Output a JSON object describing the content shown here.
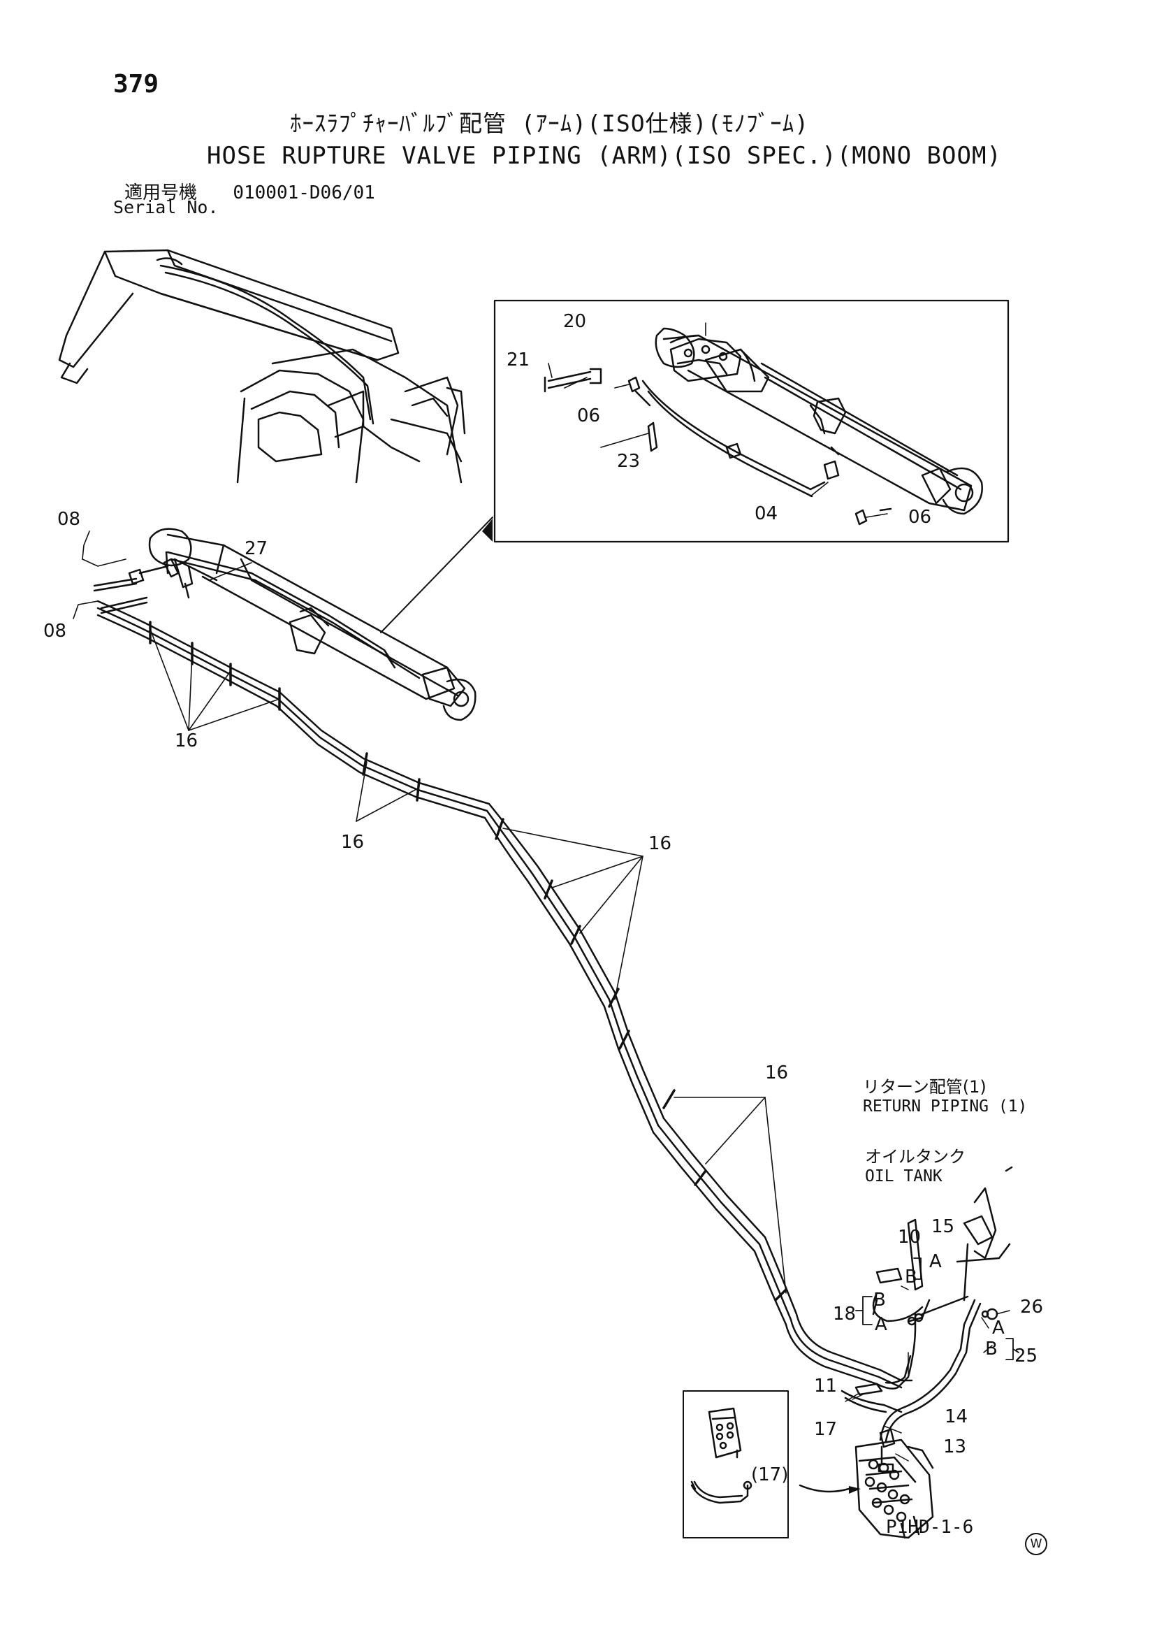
{
  "header": {
    "page_number": "379",
    "title_jp": "ﾎｰｽﾗﾌﾟﾁｬｰﾊﾞﾙﾌﾞ配管 (ｱｰﾑ)(ISO仕様)(ﾓﾉﾌﾞｰﾑ)",
    "title_en": "HOSE RUPTURE VALVE PIPING (ARM)(ISO SPEC.)(MONO BOOM)",
    "serial_label_jp": "適用号機",
    "serial_value": "010001-D06/01",
    "serial_label_en": "Serial No."
  },
  "callouts": {
    "c20": "20",
    "c21": "21",
    "c06a": "06",
    "c23": "23",
    "c04": "04",
    "c06b": "06",
    "c08a": "08",
    "c08b": "08",
    "c27": "27",
    "c16a": "16",
    "c16b": "16",
    "c16c": "16",
    "c16d": "16",
    "c10": "10",
    "c15": "15",
    "c26": "26",
    "c18": "18",
    "c25": "25",
    "c11": "11",
    "c14": "14",
    "c17": "17",
    "c13": "13",
    "c17p": "(17)",
    "a1": "A",
    "b1": "B",
    "b2": "B",
    "a2": "A",
    "a3": "A",
    "b3": "B"
  },
  "notes": {
    "return_jp": "リターン配管(1)",
    "return_en": "RETURN PIPING (1)",
    "tank_jp": "オイルタンク",
    "tank_en": "OIL TANK",
    "mark": "W"
  },
  "footer": {
    "code": "P1HD-1-6"
  }
}
